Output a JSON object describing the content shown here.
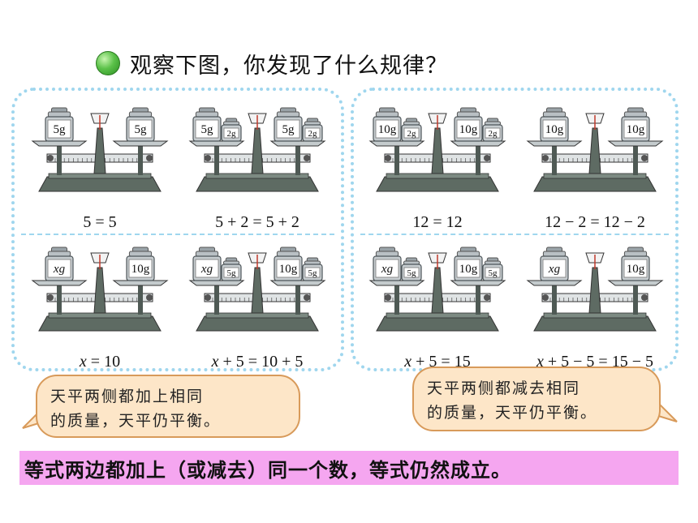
{
  "title": "观察下图，你发现了什么规律？",
  "left_panel": {
    "cells": [
      {
        "left_weights": [
          "5g"
        ],
        "right_weights": [
          "5g"
        ],
        "equation": "5 = 5"
      },
      {
        "left_weights": [
          "5g",
          "2g"
        ],
        "right_weights": [
          "5g",
          "2g"
        ],
        "equation": "5 + 2 = 5 + 2"
      },
      {
        "left_weights": [
          "xg"
        ],
        "right_weights": [
          "10g"
        ],
        "equation_var": "x",
        "equation_rest": " = 10"
      },
      {
        "left_weights": [
          "xg",
          "5g"
        ],
        "right_weights": [
          "10g",
          "5g"
        ],
        "equation_var": "x",
        "equation_rest": " + 5 = 10 + 5"
      }
    ]
  },
  "right_panel": {
    "cells": [
      {
        "left_weights": [
          "10g",
          "2g"
        ],
        "right_weights": [
          "10g",
          "2g"
        ],
        "equation": "12 = 12"
      },
      {
        "left_weights": [
          "10g"
        ],
        "right_weights": [
          "10g"
        ],
        "equation": "12 − 2 = 12 − 2"
      },
      {
        "left_weights": [
          "xg",
          "5g"
        ],
        "right_weights": [
          "10g",
          "5g"
        ],
        "equation_var": "x",
        "equation_rest": " + 5 = 15"
      },
      {
        "left_weights": [
          "xg"
        ],
        "right_weights": [
          "10g"
        ],
        "equation_var": "x",
        "equation_rest": " + 5 − 5 = 15 − 5"
      }
    ]
  },
  "bubble_left": {
    "line1": "天平两侧都加上相同",
    "line2": "的质量，天平仍平衡。"
  },
  "bubble_right": {
    "line1": "天平两侧都减去相同",
    "line2": "的质量，天平仍平衡。"
  },
  "conclusion": "等式两边都加上（或减去）同一个数，等式仍然成立。",
  "colors": {
    "panel_border": "#9fd6ee",
    "bubble_fill": "#fde6c8",
    "conclusion_bg": "#f5a6f0",
    "scale_body": "#5e6b63"
  }
}
